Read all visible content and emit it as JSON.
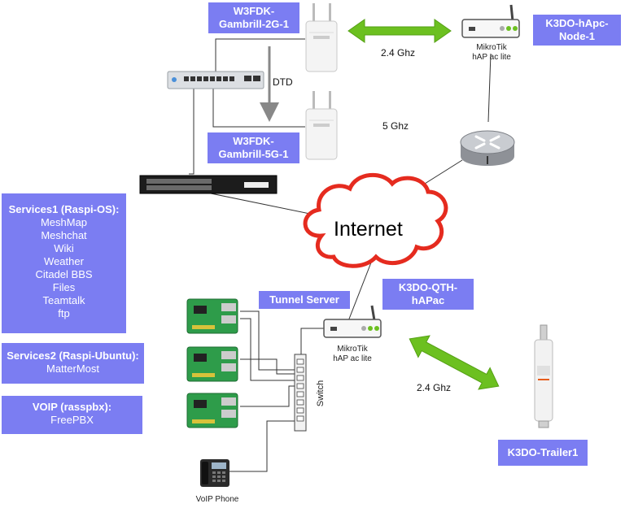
{
  "labels": {
    "ap_2g": "W3FDK-\nGambrill-2G-1",
    "ap_5g": "W3FDK-\nGambrill-5G-1",
    "node1": "K3DO-hApc-\nNode-1",
    "qth": "K3DO-QTH-\nhAPac",
    "tunnel": "Tunnel Server",
    "trailer": "K3DO-Trailer1",
    "dtd": "DTD",
    "ghz24_top": "2.4 Ghz",
    "ghz5": "5 Ghz",
    "ghz24_bottom": "2.4 Ghz",
    "internet": "Internet",
    "switch": "Switch",
    "voip_phone": "VoIP Phone",
    "mikrotik_top_1": "MikroTik",
    "mikrotik_top_2": "hAP ac lite",
    "mikrotik_bottom_1": "MikroTik",
    "mikrotik_bottom_2": "hAP ac lite"
  },
  "services1": {
    "title": "Services1 (Raspi-OS):",
    "items": [
      "MeshMap",
      "Meshchat",
      "Wiki",
      "Weather",
      "Citadel BBS",
      "Files",
      "Teamtalk",
      "ftp"
    ]
  },
  "services2": {
    "title": "Services2 (Raspi-Ubuntu):",
    "items": [
      "MatterMost"
    ]
  },
  "voip": {
    "title": "VOIP (rasspbx):",
    "items": [
      "FreePBX"
    ]
  },
  "colors": {
    "box": "#7b7df2",
    "arrow_green": "#6cc020",
    "cloud_stroke": "#e52b1f",
    "wire": "#333333",
    "dtd_arrow": "#888888"
  },
  "icons": [
    "ubiquiti-switch-icon",
    "rocket-ap-icon",
    "mikrotik-router-icon",
    "cisco-router-icon",
    "rack-switch-icon",
    "raspberry-pi-icon",
    "voip-phone-icon",
    "bullet-radio-icon",
    "internet-cloud-icon"
  ]
}
